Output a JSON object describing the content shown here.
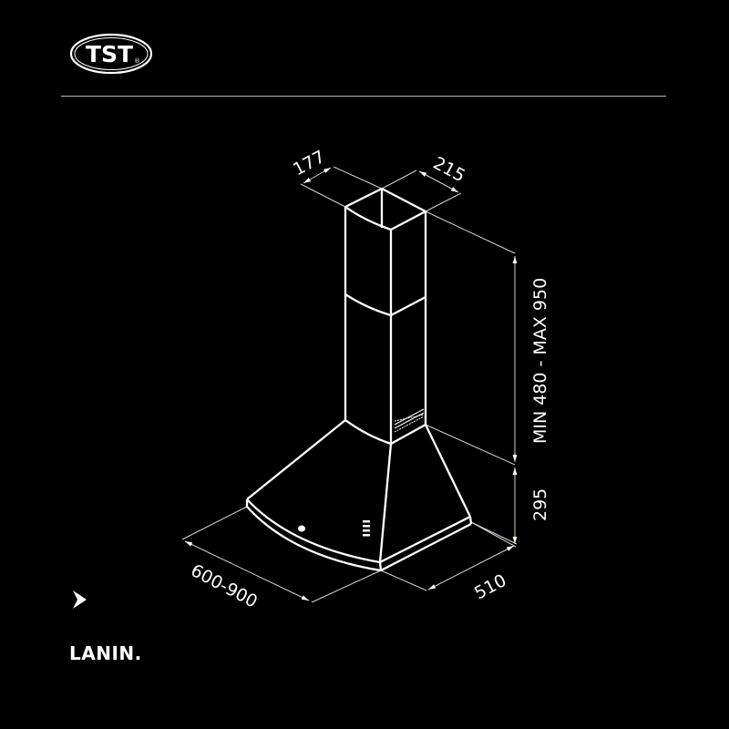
{
  "brand": {
    "logo_text": "TST",
    "registered_mark": "®"
  },
  "colors": {
    "background": "#000000",
    "line": "#ffffff",
    "dimension_line": "#d8d4c8",
    "rule": "#bdbab2"
  },
  "product": {
    "name": "LANIN."
  },
  "navigation": {
    "next_icon": "chevron-right-arrow-icon"
  },
  "dimensions": {
    "chimney_depth": "177",
    "chimney_width": "215",
    "chimney_height": "MIN 480 - MAX 950",
    "hood_height": "295",
    "hood_width": "600-900",
    "hood_depth": "510"
  }
}
